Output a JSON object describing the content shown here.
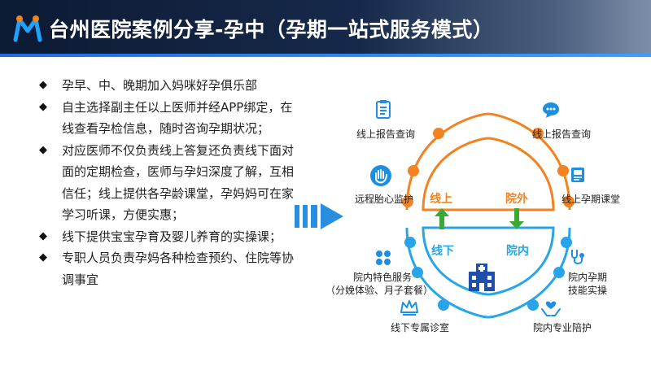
{
  "header": {
    "title": "台州医院案例分享-孕中（孕期一站式服务模式）"
  },
  "bullets": [
    "孕早、中、晚期加入妈咪好孕俱乐部",
    "自主选择副主任以上医师并经APP绑定，在线查看孕检信息，随时咨询孕期状况；",
    "对应医师不仅负责线上答复还负责线下面对面的定期检查，医师与孕妇深度了解，互相信任；线上提供各孕龄课堂，孕妈妈可在家学习听课，方便实惠；",
    "线下提供宝宝孕育及婴儿养育的实操课；",
    "专职人员负责孕妈各种检查预约、住院等协调事宜"
  ],
  "bullet_mark": "◆",
  "diagram": {
    "zones": {
      "online": "线上",
      "outside": "院外",
      "offline": "线下",
      "inside": "院内"
    },
    "services": {
      "top_left": "线上报告查询",
      "top_right": "线上报告查询",
      "mid_left": "远程胎心监护",
      "mid_right": "线上孕期课堂",
      "low_left_1": "院内特色服务",
      "low_left_2": "（分娩体验、月子套餐）",
      "low_right_1": "院内孕期",
      "low_right_2": "技能实操",
      "bottom_left": "线下专属诊室",
      "bottom_right": "院内专业陪护"
    },
    "icons": {
      "top_left": "report-icon",
      "top_right": "chat-icon",
      "mid_left": "hand-icon",
      "mid_right": "classroom-icon",
      "low_left": "clover-icon",
      "low_right": "stethoscope-icon",
      "bottom_left": "crown-icon",
      "bottom_right": "caring-hands-icon",
      "center": "hospital-icon"
    },
    "colors": {
      "orange": "#f58220",
      "blue": "#28a5e8",
      "green": "#3aaa35",
      "dark_blue": "#1f4fa8"
    }
  }
}
